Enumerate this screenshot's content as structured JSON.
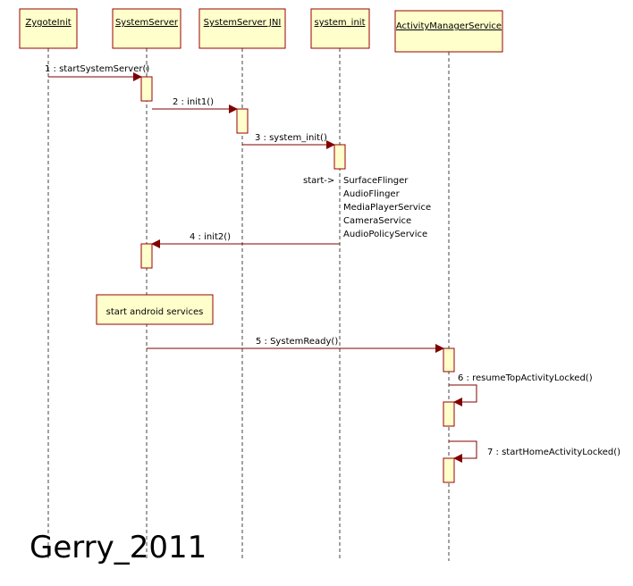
{
  "participants": [
    {
      "id": "zygote",
      "label": "ZygoteInit"
    },
    {
      "id": "systemserver",
      "label": "SystemServer"
    },
    {
      "id": "jni",
      "label": "SystemServer JNI"
    },
    {
      "id": "sysinit",
      "label": "system_init"
    },
    {
      "id": "ams",
      "label": "ActivityManagerService"
    }
  ],
  "messages": [
    {
      "label": "1 : startSystemServer()",
      "from": "zygote",
      "to": "systemserver"
    },
    {
      "label": "2 : init1()",
      "from": "systemserver",
      "to": "jni"
    },
    {
      "label": "3 : system_init()",
      "from": "jni",
      "to": "sysinit"
    },
    {
      "label": "4 : init2()",
      "from": "sysinit",
      "to": "systemserver"
    },
    {
      "label": "5 : SystemReady()",
      "from": "systemserver",
      "to": "ams"
    },
    {
      "label": "6 : resumeTopActivityLocked()",
      "from": "ams",
      "to": "ams"
    },
    {
      "label": "7 : startHomeActivityLocked()",
      "from": "ams",
      "to": "ams"
    }
  ],
  "note": {
    "prefix": "start->",
    "lines": [
      "SurfaceFlinger",
      "AudioFlinger",
      "MediaPlayerService",
      "CameraService",
      "AudioPolicyService"
    ]
  },
  "comment_box": "start android services",
  "watermark": "Gerry_2011",
  "colors": {
    "box_fill": "#ffffcc",
    "box_stroke": "#990000",
    "arrow": "#800000",
    "lifeline": "#444444"
  }
}
